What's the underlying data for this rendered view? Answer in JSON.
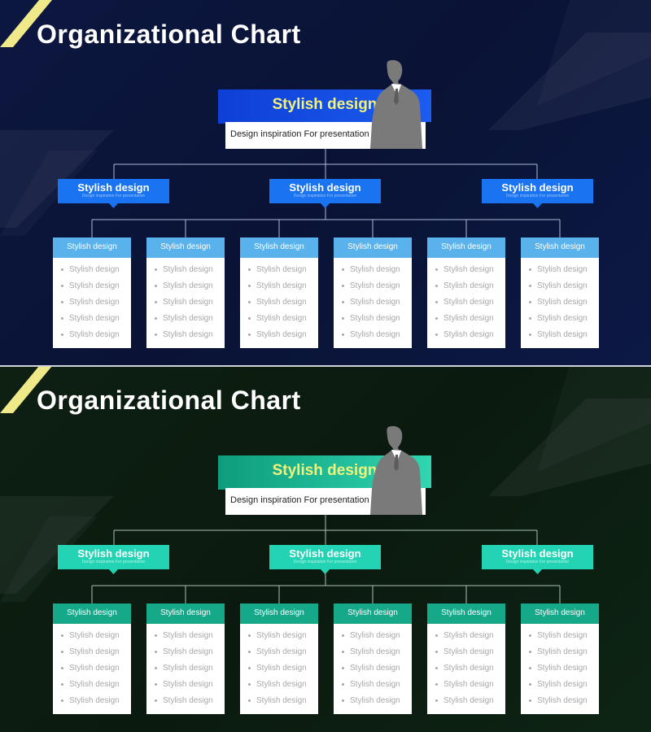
{
  "slides": [
    {
      "title": "Organizational Chart",
      "top": {
        "title": "Stylish design",
        "subtitle": "Design inspiration For presentation"
      },
      "middle": [
        {
          "title": "Stylish design",
          "subtitle": "Design inspiration For presentation"
        },
        {
          "title": "Stylish design",
          "subtitle": "Design inspiration For presentation"
        },
        {
          "title": "Stylish design",
          "subtitle": "Design inspiration For presentation"
        }
      ],
      "cards": [
        {
          "header": "Stylish design",
          "items": [
            "Stylish design",
            "Stylish design",
            "Stylish design",
            "Stylish design",
            "Stylish design"
          ]
        },
        {
          "header": "Stylish design",
          "items": [
            "Stylish design",
            "Stylish design",
            "Stylish design",
            "Stylish design",
            "Stylish design"
          ]
        },
        {
          "header": "Stylish design",
          "items": [
            "Stylish design",
            "Stylish design",
            "Stylish design",
            "Stylish design",
            "Stylish design"
          ]
        },
        {
          "header": "Stylish design",
          "items": [
            "Stylish design",
            "Stylish design",
            "Stylish design",
            "Stylish design",
            "Stylish design"
          ]
        },
        {
          "header": "Stylish design",
          "items": [
            "Stylish design",
            "Stylish design",
            "Stylish design",
            "Stylish design",
            "Stylish design"
          ]
        },
        {
          "header": "Stylish design",
          "items": [
            "Stylish design",
            "Stylish design",
            "Stylish design",
            "Stylish design",
            "Stylish design"
          ]
        }
      ]
    },
    {
      "title": "Organizational Chart",
      "top": {
        "title": "Stylish design",
        "subtitle": "Design inspiration For presentation"
      },
      "middle": [
        {
          "title": "Stylish design",
          "subtitle": "Design inspiration For presentation"
        },
        {
          "title": "Stylish design",
          "subtitle": "Design inspiration For presentation"
        },
        {
          "title": "Stylish design",
          "subtitle": "Design inspiration For presentation"
        }
      ],
      "cards": [
        {
          "header": "Stylish design",
          "items": [
            "Stylish design",
            "Stylish design",
            "Stylish design",
            "Stylish design",
            "Stylish design"
          ]
        },
        {
          "header": "Stylish design",
          "items": [
            "Stylish design",
            "Stylish design",
            "Stylish design",
            "Stylish design",
            "Stylish design"
          ]
        },
        {
          "header": "Stylish design",
          "items": [
            "Stylish design",
            "Stylish design",
            "Stylish design",
            "Stylish design",
            "Stylish design"
          ]
        },
        {
          "header": "Stylish design",
          "items": [
            "Stylish design",
            "Stylish design",
            "Stylish design",
            "Stylish design",
            "Stylish design"
          ]
        },
        {
          "header": "Stylish design",
          "items": [
            "Stylish design",
            "Stylish design",
            "Stylish design",
            "Stylish design",
            "Stylish design"
          ]
        },
        {
          "header": "Stylish design",
          "items": [
            "Stylish design",
            "Stylish design",
            "Stylish design",
            "Stylish design",
            "Stylish design"
          ]
        }
      ]
    }
  ],
  "themes": [
    {
      "name": "blue",
      "top_box": "#0e3fd6",
      "top_box_light": "#1c5cf0",
      "mid_box": "#1a73f0",
      "mid_sub": "#9cc4ff",
      "card_header": "#5ab2ec",
      "line": "#aeb8d6",
      "stripe": "#efe98a",
      "person": "#7a7a7a"
    },
    {
      "name": "green",
      "top_box": "#0e9c7c",
      "top_box_light": "#2fd6b0",
      "mid_box": "#22d3b4",
      "mid_sub": "#b6f3e6",
      "card_header": "#15a889",
      "line": "#a9c2b4",
      "stripe": "#efe98a",
      "person": "#7a7a7a"
    }
  ]
}
